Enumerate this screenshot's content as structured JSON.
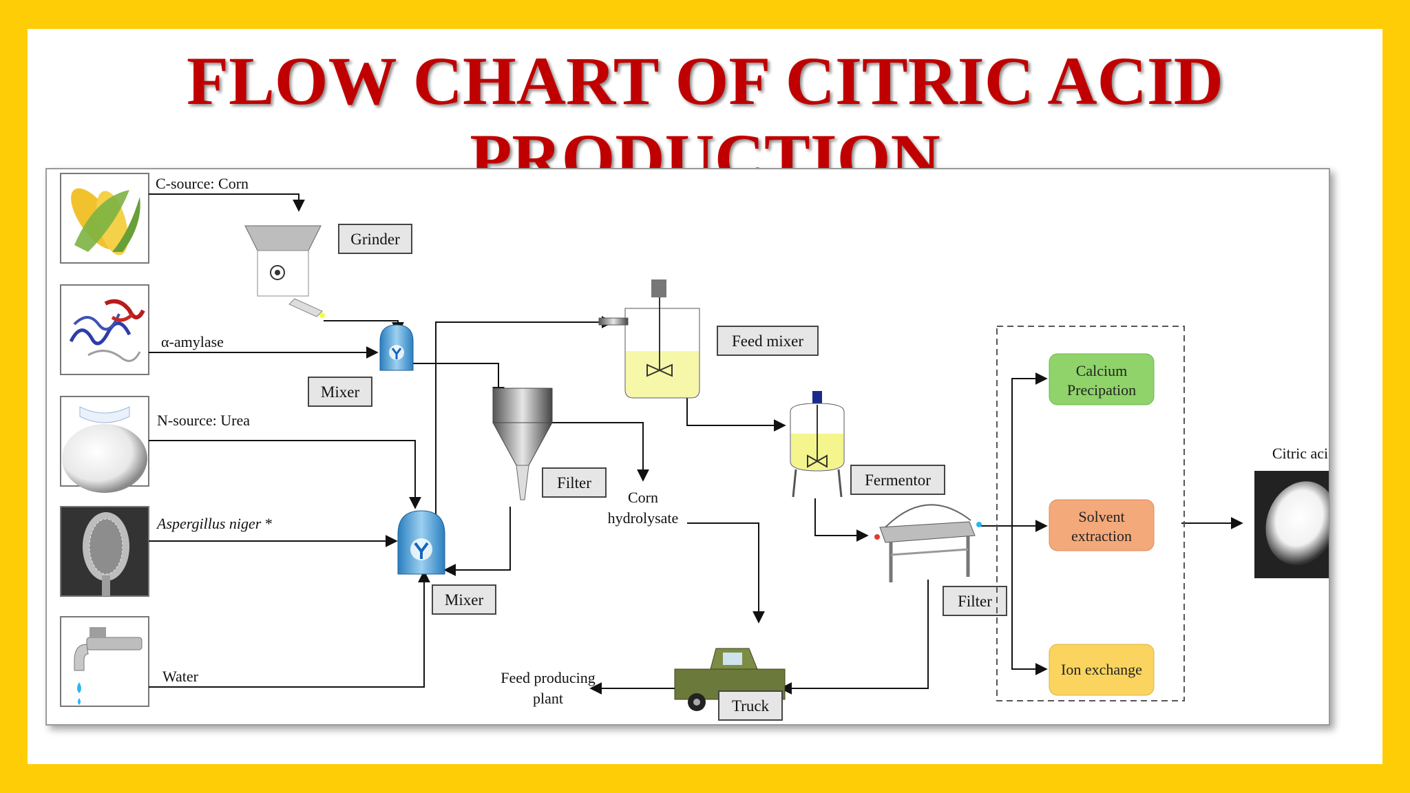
{
  "title": {
    "line1": "FLOW CHART OF CITRIC ACID",
    "line2": "PRODUCTION"
  },
  "colors": {
    "background": "#FFCD05",
    "title": "#C00000",
    "label_box": "#E6E6E6",
    "calcium": "#8FD36A",
    "solvent": "#F4A97A",
    "ion": "#FAD45E"
  },
  "inputs": {
    "corn": "C-source: Corn",
    "amylase": "α-amylase",
    "urea": "N-source: Urea",
    "aspergillus": "Aspergillus niger",
    "aspergillus_mark": "*",
    "water": "Water"
  },
  "equipment": {
    "grinder": "Grinder",
    "mixer1": "Mixer",
    "mixer2": "Mixer",
    "filter1": "Filter",
    "feed_mixer": "Feed mixer",
    "fermentor": "Fermentor",
    "filter2": "Filter",
    "truck": "Truck"
  },
  "streams": {
    "corn_hydrolysate_1": "Corn",
    "corn_hydrolysate_2": "hydrolysate",
    "feed_plant_1": "Feed producing",
    "feed_plant_2": "plant"
  },
  "purification": {
    "calcium_1": "Calcium",
    "calcium_2": "Precipation",
    "solvent_1": "Solvent",
    "solvent_2": "extraction",
    "ion": "Ion exchange"
  },
  "product": "Citric acid"
}
